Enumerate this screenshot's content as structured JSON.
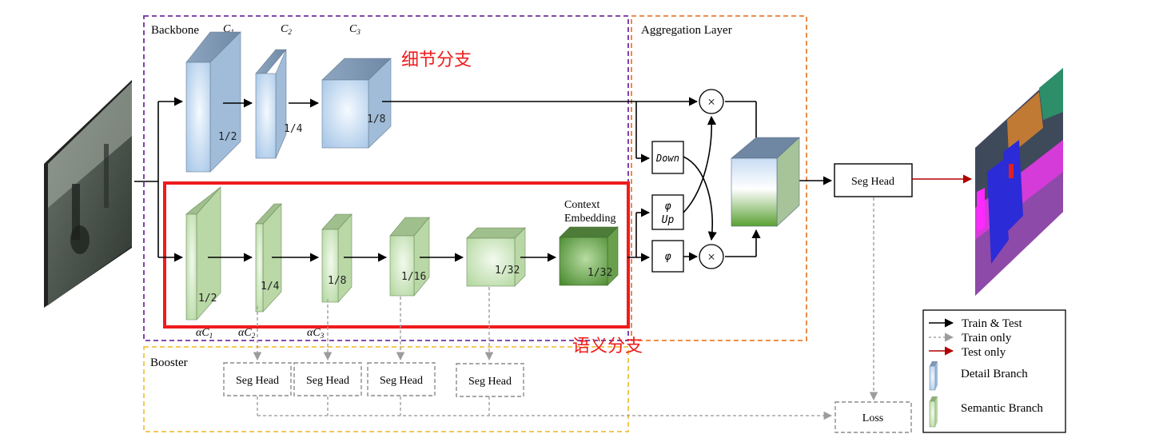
{
  "sections": {
    "backbone": "Backbone",
    "aggregation": "Aggregation Layer",
    "booster": "Booster"
  },
  "channel_labels": {
    "c1": "C",
    "c1_sub": "1",
    "c2": "C",
    "c2_sub": "2",
    "c3": "C",
    "c3_sub": "3",
    "ac1": "αC",
    "ac1_sub": "1",
    "ac2": "αC",
    "ac2_sub": "2",
    "ac3": "αC",
    "ac3_sub": "3"
  },
  "annotations": {
    "detail_branch_cn": "细节分支",
    "semantic_branch_cn": "语义分支"
  },
  "detail_branch": {
    "scales": [
      "1/2",
      "1/4",
      "1/8"
    ]
  },
  "semantic_branch": {
    "scales": [
      "1/2",
      "1/4",
      "1/8",
      "1/16",
      "1/32",
      "1/32"
    ],
    "context_embedding_line1": "Context",
    "context_embedding_line2": "Embedding"
  },
  "aggregation": {
    "down_label": "Down",
    "phi_label": "φ",
    "up_label": "Up",
    "multiply_symbol": "×"
  },
  "heads": {
    "seg_head": "Seg Head",
    "booster_heads": [
      "Seg Head",
      "Seg Head",
      "Seg Head",
      "Seg Head"
    ],
    "loss": "Loss"
  },
  "legend": {
    "train_test": "Train & Test",
    "train_only": "Train only",
    "test_only": "Test only",
    "detail_branch": "Detail Branch",
    "semantic_branch": "Semantic Branch"
  },
  "colors": {
    "backbone_border": "#7030a0",
    "aggregation_border": "#ed7d31",
    "booster_border": "#f5c242",
    "highlight_red": "#ee1c1c",
    "detail_blue": "#c9ddf2",
    "semantic_green": "#cfe6c2",
    "context_green": "#5f9c44",
    "test_only_arrow": "#b00000",
    "train_only_arrow": "#a6a6a6"
  }
}
